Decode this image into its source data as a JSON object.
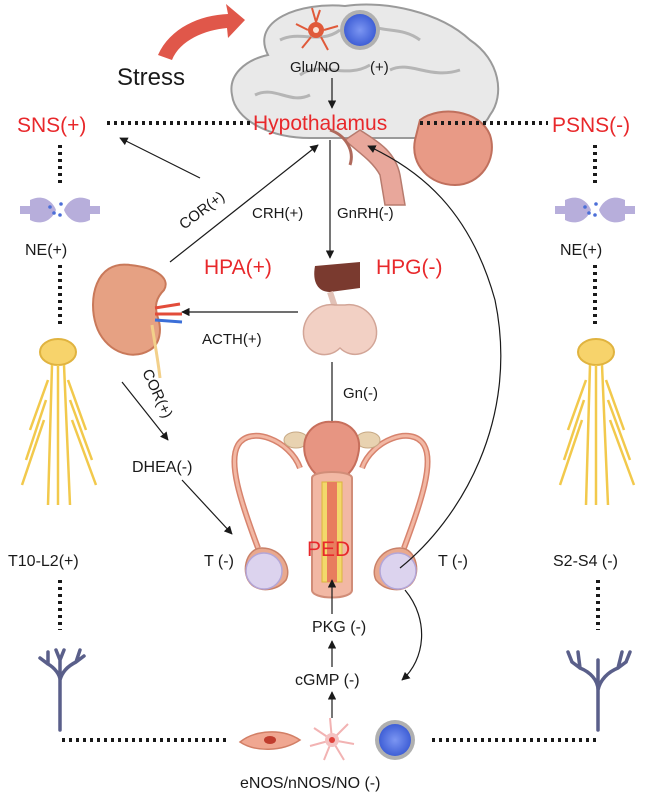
{
  "stress_label": "Stress",
  "glu_no_label": "Glu/NO",
  "glu_no_sign": "(+)",
  "hypothalamus_label": "Hypothalamus",
  "sns_label": "SNS(+)",
  "psns_label": "PSNS(-)",
  "ne_left_label": "NE(+)",
  "ne_right_label": "NE(+)",
  "cor_upper_label": "COR(+)",
  "crh_label": "CRH(+)",
  "gnrh_label": "GnRH(-)",
  "hpa_label": "HPA(+)",
  "hpg_label": "HPG(-)",
  "acth_label": "ACTH(+)",
  "cor_lower_label": "COR(+)",
  "gn_label": "Gn(-)",
  "dhea_label": "DHEA(-)",
  "t10_label": "T10-L2(+)",
  "t_left_label": "T  (-)",
  "ped_label": "PED",
  "t_right_label": "T  (-)",
  "s2_label": "S2-S4  (-)",
  "pkg_label": "PKG  (-)",
  "cgmp_label": "cGMP  (-)",
  "enos_label": "eNOS/nNOS/NO  (-)",
  "colors": {
    "accent_red": "#e8282b",
    "brain": "#e6e6e6",
    "organ_pink": "#f0b7a4",
    "organ_dark": "#7a3a2f",
    "nerve_yellow": "#f7d36b",
    "nerve_purple": "#6e6a8c",
    "cell_blue": "#5b78e6"
  }
}
